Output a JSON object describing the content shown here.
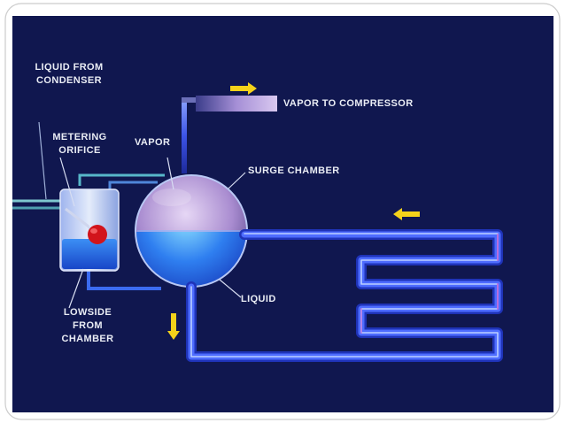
{
  "diagram": {
    "labels": {
      "liquid_from_condenser": [
        "LIQUID FROM",
        "CONDENSER"
      ],
      "vapor_to_compressor": "VAPOR TO COMPRESSOR",
      "metering_orifice": [
        "METERING",
        "ORIFICE"
      ],
      "vapor": "VAPOR",
      "surge_chamber": "SURGE CHAMBER",
      "liquid": "LIQUID",
      "lowside_from_chamber": [
        "LOWSIDE",
        "FROM",
        "CHAMBER"
      ]
    },
    "colors": {
      "background": "#10174f",
      "liquid_blue": "#2f7ff0",
      "vapor_violet": "#b59ad6",
      "pipe_blue": "#3a64ff",
      "flow_arrow": "#f4d21a",
      "float_ball": "#d2141b",
      "label_text": "#e9ecf4"
    }
  }
}
